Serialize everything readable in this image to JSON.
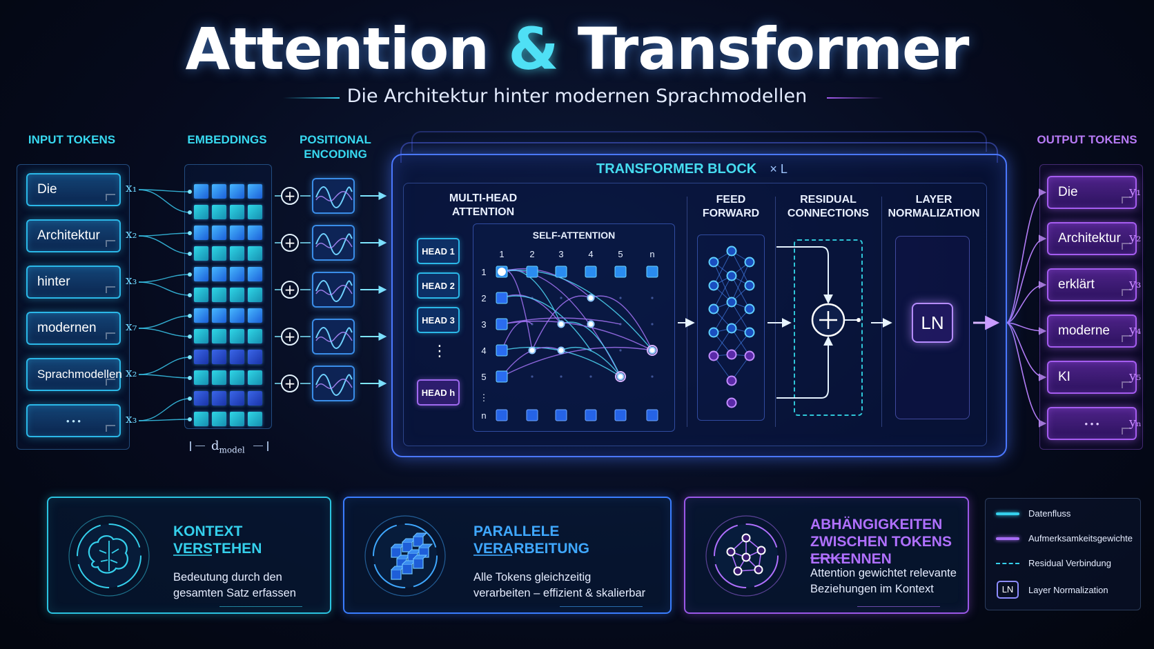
{
  "header": {
    "title_part1": "Attention",
    "title_amp": "&",
    "title_part2": "Transformer",
    "subtitle": "Die Architektur hinter modernen Sprachmodellen"
  },
  "columns": {
    "input_tokens": "INPUT TOKENS",
    "embeddings": "EMBEDDINGS",
    "positional_line1": "POSITIONAL",
    "positional_line2": "ENCODING",
    "output_tokens": "OUTPUT TOKENS"
  },
  "input_tokens": [
    {
      "label": "Die",
      "var": "x₁"
    },
    {
      "label": "Architektur",
      "var": "x₂"
    },
    {
      "label": "hinter",
      "var": "x₃"
    },
    {
      "label": "modernen",
      "var": "x₇"
    },
    {
      "label": "Sprachmodellen",
      "var": "x₂"
    },
    {
      "label": "• • •",
      "var": "x₃"
    }
  ],
  "embedding_dim_label": "d",
  "embedding_dim_sub": "model",
  "transformer": {
    "title": "TRANSFORMER BLOCK",
    "repeat": "× L",
    "mha_line1": "MULTI-HEAD",
    "mha_line2": "ATTENTION",
    "self_attention": "SELF-ATTENTION",
    "heads": [
      "HEAD 1",
      "HEAD 2",
      "HEAD 3",
      "HEAD h"
    ],
    "head_ellipsis": "⋮",
    "grid_cols": [
      "1",
      "2",
      "3",
      "4",
      "5",
      "n"
    ],
    "grid_rows": [
      "1",
      "2",
      "3",
      "4",
      "5",
      "⋮",
      "n"
    ],
    "ff_line1": "FEED",
    "ff_line2": "FORWARD",
    "res_line1": "RESIDUAL",
    "res_line2": "CONNECTIONS",
    "ln_line1": "LAYER",
    "ln_line2": "NORMALIZATION",
    "ln_symbol": "LN"
  },
  "output_tokens": [
    {
      "label": "Die",
      "var": "y₁"
    },
    {
      "label": "Architektur",
      "var": "y₂"
    },
    {
      "label": "erklärt",
      "var": "y₃"
    },
    {
      "label": "moderne",
      "var": "y₄"
    },
    {
      "label": "KI",
      "var": "y₅"
    },
    {
      "label": "• • •",
      "var": "yₙ"
    }
  ],
  "cards": [
    {
      "title_line1": "KONTEXT VERSTEHEN",
      "title_line2": "",
      "text_line1": "Bedeutung durch den",
      "text_line2": "gesamten Satz erfassen",
      "icon": "brain-icon",
      "color": "#35d0ec"
    },
    {
      "title_line1": "PARALLELE VERARBEITUNG",
      "title_line2": "",
      "text_line1": "Alle Tokens gleichzeitig",
      "text_line2": "verarbeiten – effizient & skalierbar",
      "icon": "cubes-icon",
      "color": "#3fa8ff"
    },
    {
      "title_line1": "ABHÄNGIGKEITEN",
      "title_line2": "ZWISCHEN TOKENS ERKENNEN",
      "text_line1": "Attention gewichtet relevante",
      "text_line2": "Beziehungen im Kontext",
      "icon": "network-icon",
      "color": "#b070ff"
    }
  ],
  "legend": {
    "items": [
      "Datenfluss",
      "Aufmerksamkeitsgewichte",
      "Residual Verbindung",
      "Layer Normalization"
    ],
    "ln_symbol": "LN"
  },
  "colors": {
    "cyan": "#35d0ec",
    "blue": "#4b78ff",
    "purple": "#a55cf0"
  }
}
